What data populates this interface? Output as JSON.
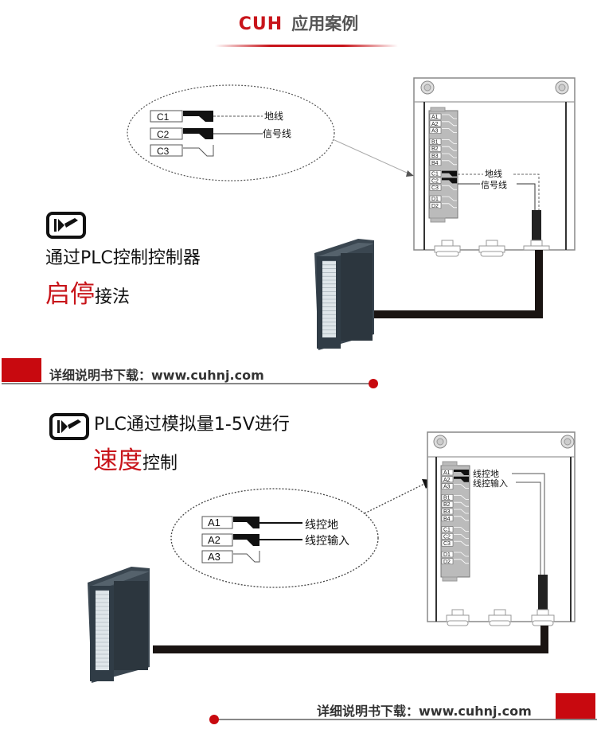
{
  "header": {
    "brand": "CUH",
    "title": "应用案例",
    "accent_color": "#c8141a"
  },
  "section1": {
    "icon": "switch-icon",
    "caption_line1": "通过PLC控制控制器",
    "caption_red": "启停",
    "caption_rest": "接法",
    "zoom_terminals": [
      "C1",
      "C2",
      "C3"
    ],
    "wire_labels": {
      "ground": "地线",
      "signal": "信号线"
    },
    "panel_terminals": [
      "A1",
      "A2",
      "A3",
      "B1",
      "B2",
      "B3",
      "B4",
      "C1",
      "C2",
      "C3",
      "D1",
      "D2"
    ],
    "panel_labels": {
      "ground": "地线",
      "signal": "信号线"
    },
    "download_text": "详细说明书下载：www.cuhnj.com"
  },
  "section2": {
    "icon": "switch-icon",
    "caption_line1": "PLC通过模拟量1-5V进行",
    "caption_red": "速度",
    "caption_rest": "控制",
    "zoom_terminals": [
      "A1",
      "A2",
      "A3"
    ],
    "wire_labels": {
      "ground": "线控地",
      "signal": "线控输入"
    },
    "panel_terminals": [
      "A1",
      "A2",
      "A3",
      "B1",
      "B2",
      "B3",
      "B4",
      "C1",
      "C2",
      "C3",
      "D1",
      "D2"
    ],
    "panel_labels": {
      "ground": "线控地",
      "signal": "线控输入"
    },
    "download_text": "详细说明书下载：www.cuhnj.com"
  }
}
